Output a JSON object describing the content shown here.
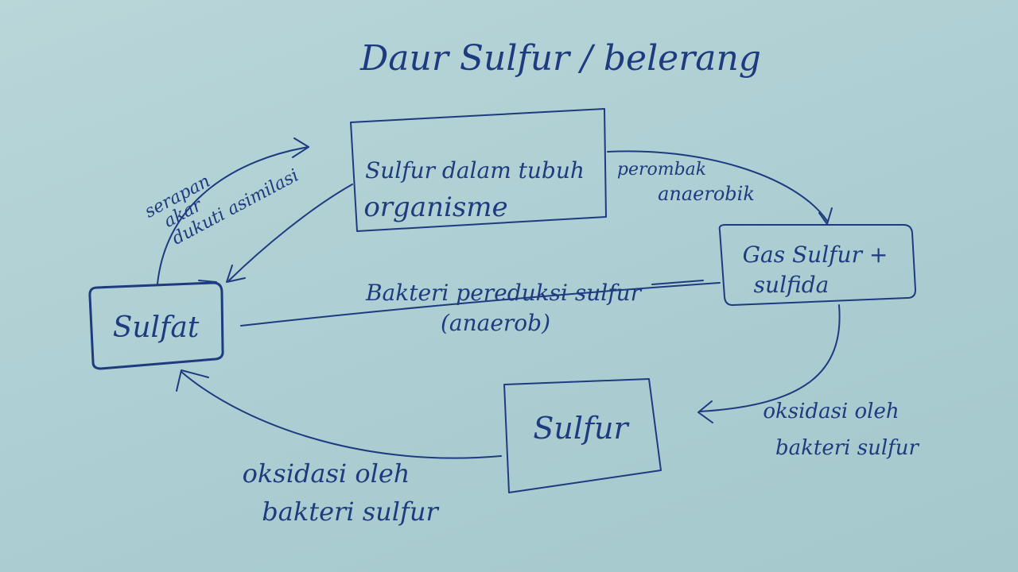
{
  "diagram": {
    "title": "Daur Sulfur / belerang",
    "ink_color": "#1f3b80",
    "paper_color": "#b2d2d6",
    "nodes": {
      "organism": {
        "line1": "Sulfur dalam tubuh",
        "line2": "organisme"
      },
      "gas": {
        "line1": "Gas Sulfur +",
        "line2": "sulfida"
      },
      "sulfat": {
        "label": "Sulfat"
      },
      "sulfur": {
        "label": "Sulfur"
      }
    },
    "edges": {
      "serapan": {
        "line1": "serapan",
        "line2": "akar",
        "line3": "dukuti asimilasi"
      },
      "perombak": {
        "line1": "perombak",
        "line2": "anaerobik"
      },
      "bakteri_pereduksi": {
        "line1": "Bakteri pereduksi sulfur",
        "line2": "(anaerob)"
      },
      "oksidasi_right": {
        "line1": "oksidasi oleh",
        "line2": "bakteri sulfur"
      },
      "oksidasi_left": {
        "line1": "oksidasi oleh",
        "line2": "bakteri sulfur"
      }
    }
  }
}
